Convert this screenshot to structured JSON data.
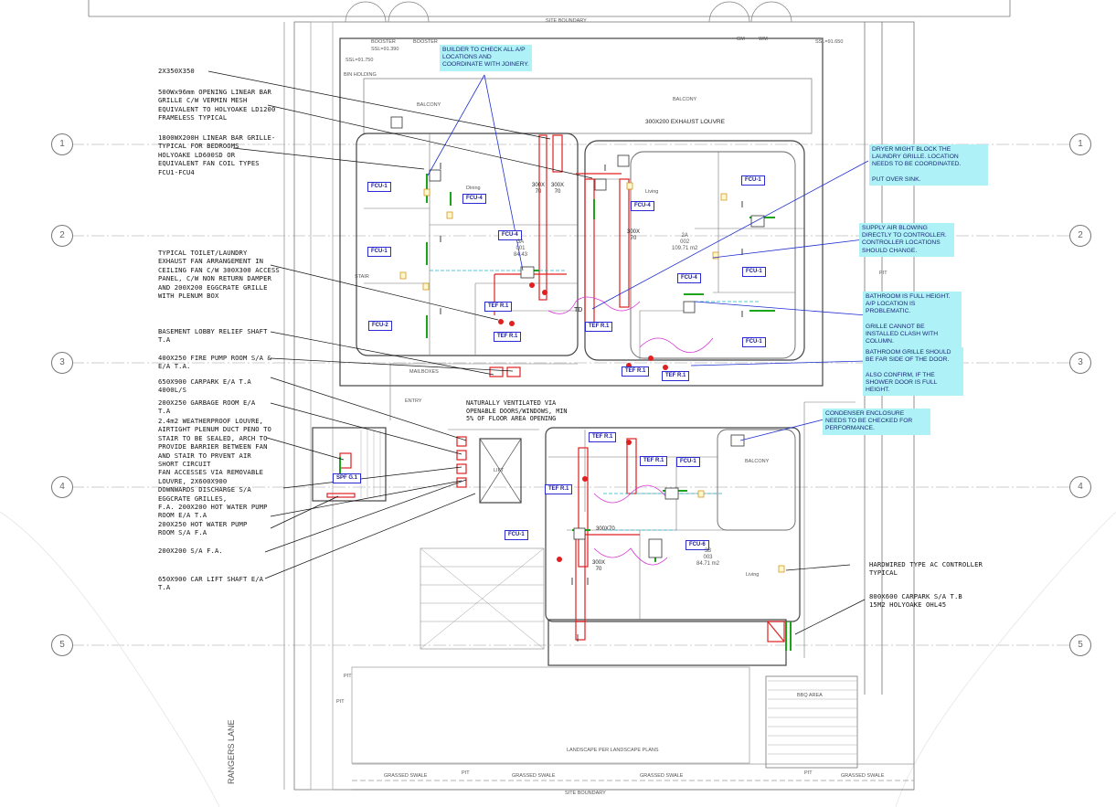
{
  "left_notes": [
    "2X350X350",
    "500Wx96mm OPENING LINEAR BAR\nGRILLE C/W VERMIN MESH\nEQUIVALENT TO HOLYOAKE LD1200\nFRAMELESS TYPICAL",
    "1800WX200H LINEAR BAR GRILLE-\nTYPICAL FOR BEDROOMS\nHOLYOAKE LD600SD OR\nEQUIVALENT FAN COIL TYPES\nFCU1-FCU4",
    "TYPICAL TOILET/LAUNDRY\nEXHAUST FAN ARRANGEMENT IN\nCEILING FAN C/W 300X300 ACCESS\nPANEL, C/W NON RETURN DAMPER\nAND 200X200 EGGCRATE GRILLE\nWITH PLENUM BOX",
    "BASEMENT LOBBY RELIEF SHAFT\nT.A",
    "400X250 FIRE PUMP ROOM S/A &\nE/A T.A.",
    "650X900 CARPARK E/A T.A\n4000L/S",
    "200X250 GARBAGE ROOM E/A\nT.A",
    "2.4m2 WEATHERPROOF LOUVRE,\nAIRTIGHT PLENUM DUCT PENO TO\nSTAIR TO BE SEALED, ARCH TO\nPROVIDE BARRIER BETWEEN FAN\nAND STAIR TO PRVENT AIR\nSHORT CIRCUIT\n FAN ACCESSES VIA REMOVABLE\nLOUVRE, 2X600X900\nDOWNWARDS DISCHARGE S/A\nEGGCRATE GRILLES,",
    "F.A. 200X200 HOT WATER PUMP\nROOM E/A T.A",
    "200X250 HOT WATER PUMP\nROOM S/A F.A",
    "200X200 S/A F.A.",
    "650X900 CAR LIFT SHAFT E/A\nT.A"
  ],
  "review_notes": {
    "builder": "BUILDER TO CHECK ALL A/P\nLOCATIONS AND\nCOORDINATE WITH JOINERY.",
    "dryer": "DRYER MIGHT BLOCK THE\nLAUNDRY GRILLE. LOCATION\nNEEDS TO BE COORDINATED.\n\nPUT OVER SINK.",
    "supply": "SUPPLY AIR BLOWING\nDIRECTLY TO CONTROLLER.\nCONTROLLER LOCATIONS\nSHOULD CHANGE.",
    "bathroom": "BATHROOM IS FULL HEIGHT.\nA/P LOCATION IS\nPROBLEMATIC.\n\nGRILLE CANNOT BE\nINSTALLED CLASH WITH\nCOLUMN.",
    "grille_side": "BATHROOM GRILLE SHOULD\nBE FAR SIDE OF THE DOOR.\n\nALSO CONFIRM, IF THE\nSHOWER DOOR IS FULL\nHEIGHT.",
    "condenser": "CONDENSER ENCLOSURE\nNEEDS TO BE CHECKED FOR\nPERFORMANCE."
  },
  "right_notes": {
    "controller": "HARDWIRED TYPE AC CONTROLLER\nTYPICAL",
    "carpark": "800X600 CARPARK S/A T.B\n15M2 HOLYOAKE OHL45"
  },
  "center_note": "NATURALLY VENTILATED VIA\nOPENABLE DOORS/WINDOWS, MIN\n5% OF FLOOR AREA OPENING",
  "exhaust_louvre": "300X200 EXHAUST LOUVRE",
  "site_boundary": "SITE BOUNDARY",
  "site_boundary_bottom": "SITE BOUNDARY",
  "landscape": "LANDSCAPE PER LANDSCAPE PLANS",
  "rangers_lane": "RANGERS LANE",
  "bbq": "BBQ AREA",
  "grid_left": [
    "1",
    "2",
    "3",
    "4",
    "5"
  ],
  "grid_right": [
    "1",
    "2",
    "3",
    "4",
    "5"
  ],
  "tags": {
    "fcu1_a": "FCU-1",
    "fcu1_b": "FCU-1",
    "fcu2": "FCU-2",
    "fcu4_a": "FCU-4",
    "fcu4_b": "FCU-4",
    "fcu4_c": "FCU-4",
    "fcu1_c": "FCU-1",
    "fcu1_d": "FCU-1",
    "fcu4_d": "FCU-4",
    "fcu1_e": "FCU-1",
    "fcu1_f": "FCU-1",
    "fcu1_g": "FCU-1",
    "fcu6": "FCU-6",
    "tef1": "TEF R.1",
    "tef2": "TEF R.1",
    "tef3": "TEF R.1",
    "tef4": "TEF R.1",
    "tef5": "TEF R.1",
    "tef6": "TEF R.1",
    "tef7": "TEF R.1",
    "tef8": "TEF R.1",
    "spf": "SPF G.1"
  },
  "duct_sizes": {
    "d1": "300X\n70",
    "d2": "300X\n70",
    "d3": "300X\n70",
    "d4": "300X70",
    "d5": "300X\n70"
  },
  "units": {
    "u2a": "2A\n002\n109.71 m2",
    "u3a": "3A\n001\n84.43",
    "u3b": "3B\n003\n84.71 m2"
  },
  "small_labels": {
    "booster1": "BOOSTER",
    "booster2": "BOOSTER",
    "balcony1": "BALCONY",
    "balcony2": "BALCONY",
    "balcony3": "BALCONY",
    "lift": "LIFT",
    "bin": "BIN HOLDING",
    "mailbox": "MAILBOXES",
    "entry": "ENTRY",
    "dining": "Dining",
    "living1": "Living",
    "living2": "Living",
    "stair": "STAIR",
    "gm": "GM",
    "wm": "WM",
    "ssl1": "SSL=91.750",
    "ssl2": "SSL=91.390",
    "ssl3": "SSL=91.650",
    "pit1": "PIT",
    "pit2": "PIT",
    "pit3": "PIT",
    "pit4": "PIT",
    "pit5": "PIT",
    "swale1": "GRASSED SWALE",
    "swale2": "GRASSED SWALE",
    "swale3": "GRASSED SWALE",
    "swale4": "GRASSED SWALE",
    "c": "C",
    "td": "TD"
  },
  "colors": {
    "note_bg": "#aef1f6",
    "fcu_border": "#2b2bd6",
    "duct_red": "#e02020",
    "pipe_pink": "#d633d6",
    "grille_green": "#1aa51a"
  }
}
